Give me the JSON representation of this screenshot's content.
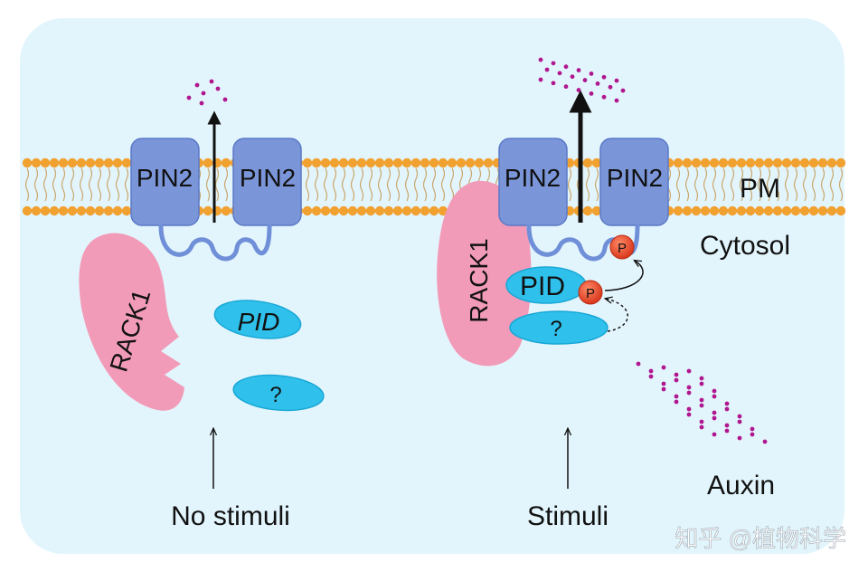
{
  "labels": {
    "pin2": "PIN2",
    "pm": "PM",
    "cytosol": "Cytosol",
    "rack1": "RACK1",
    "pid": "PID",
    "unknown": "?",
    "phospho": "P",
    "auxin": "Auxin",
    "no_stimuli": "No stimuli",
    "stimuli": "Stimuli",
    "watermark": "知乎 @植物科学"
  },
  "colors": {
    "cell_bg": "#e3f5fc",
    "membrane_head": "#f1a130",
    "membrane_tail": "#c9a66a",
    "pin_fill": "#7b96d8",
    "pin_stroke": "#5a78c8",
    "loop": "#6f8fd8",
    "rack1": "#f29bb8",
    "pid_fill": "#2fc1ec",
    "pid_stroke": "#1aa7d6",
    "phospho": "#e34a2c",
    "auxin": "#b0178f",
    "arrow": "#111111"
  }
}
